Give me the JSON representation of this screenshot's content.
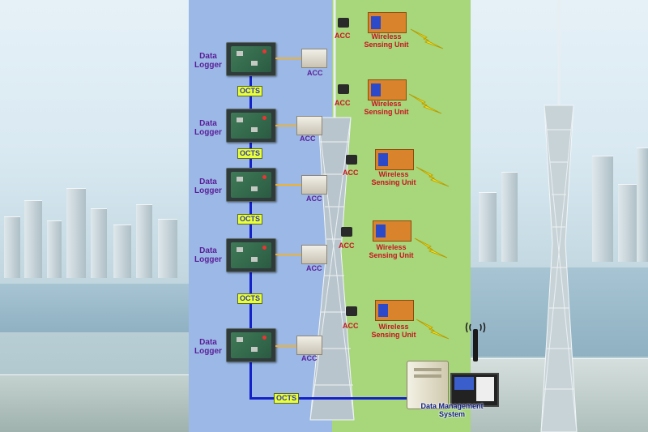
{
  "loggers": [
    {
      "line1": "Data",
      "line2": "Logger",
      "acc": "ACC"
    },
    {
      "line1": "Data",
      "line2": "Logger",
      "acc": "ACC"
    },
    {
      "line1": "Data",
      "line2": "Logger",
      "acc": "ACC"
    },
    {
      "line1": "Data",
      "line2": "Logger",
      "acc": "ACC"
    },
    {
      "line1": "Data",
      "line2": "Logger",
      "acc": "ACC"
    }
  ],
  "octs_labels": [
    "OCTS",
    "OCTS",
    "OCTS",
    "OCTS",
    "OCTS"
  ],
  "wireless_units": [
    {
      "acc": "ACC",
      "line1": "Wireless",
      "line2": "Sensing Unit"
    },
    {
      "acc": "ACC",
      "line1": "Wireless",
      "line2": "Sensing Unit"
    },
    {
      "acc": "ACC",
      "line1": "Wireless",
      "line2": "Sensing Unit"
    },
    {
      "acc": "ACC",
      "line1": "Wireless",
      "line2": "Sensing Unit"
    },
    {
      "acc": "ACC",
      "line1": "Wireless",
      "line2": "Sensing Unit"
    }
  ],
  "dms": {
    "line1": "Data Management",
    "line2": "System"
  },
  "colors": {
    "wired_panel": "#9bb8e6",
    "wireless_panel": "#a7d67b",
    "logger_label": "#5a1f99",
    "wireless_label": "#c8141e",
    "fiber_line": "#1321c8",
    "octs_tag": "#e9ff3a"
  },
  "icons": [
    "data-logger-icon",
    "accelerometer-icon",
    "wireless-sensing-unit-icon",
    "lightning-icon",
    "server-icon",
    "monitor-icon",
    "antenna-icon",
    "tv-tower-icon"
  ]
}
